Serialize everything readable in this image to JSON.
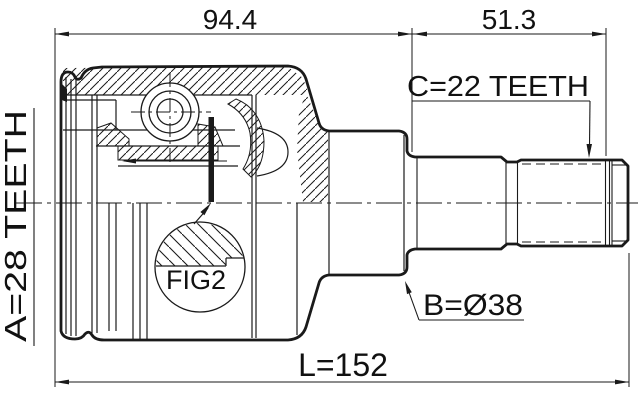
{
  "drawing": {
    "title": "CV joint technical drawing",
    "colors": {
      "line": "#1a1a1a",
      "background": "#ffffff"
    },
    "labels": {
      "dim_left": "94.4",
      "dim_right": "51.3",
      "outer_spline": "C=22 TEETH",
      "inner_spline": "A=28 TEETH",
      "diameter": "B=Ø38",
      "figure": "FIG2",
      "total_length": "L=152"
    }
  }
}
